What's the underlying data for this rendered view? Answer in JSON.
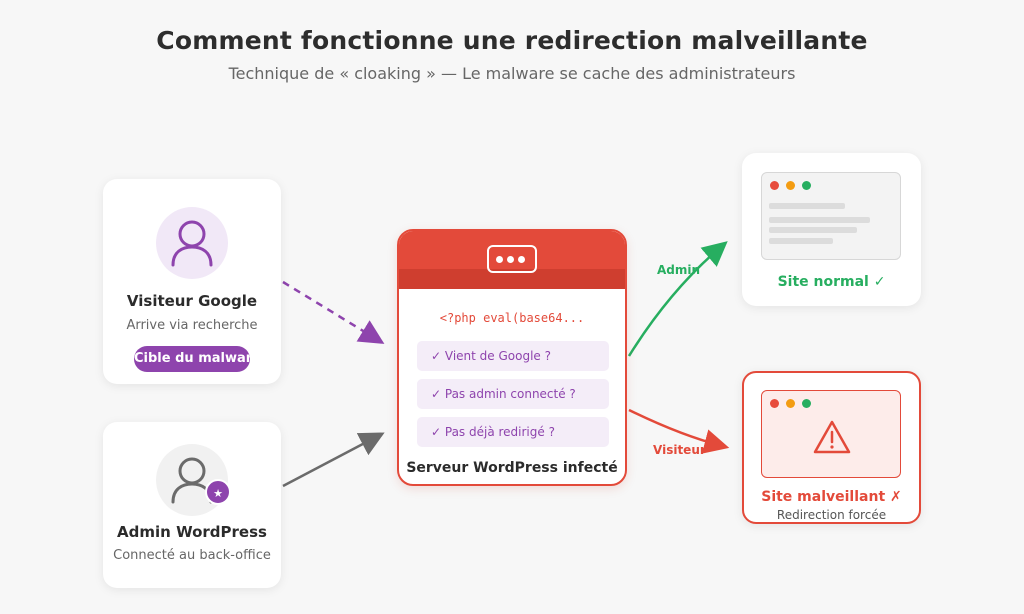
{
  "header": {
    "title": "Comment fonctionne une redirection malveillante",
    "subtitle": "Technique de « cloaking » — Le malware se cache des administrateurs"
  },
  "visitor": {
    "name": "Visiteur Google",
    "desc": "Arrive via recherche",
    "badge": "Cible du malware",
    "icon": "user-icon"
  },
  "admin": {
    "name": "Admin WordPress",
    "desc": "Connecté au back-office",
    "icon": "user-icon",
    "badge_icon": "star-icon"
  },
  "server": {
    "icon": "terminal-icon",
    "code": "<?php eval(base64...",
    "checks": [
      "✓ Vient de Google ?",
      "✓ Pas admin connecté ?",
      "✓ Pas déjà redirigé ?"
    ],
    "label": "Serveur WordPress infecté"
  },
  "edges": {
    "admin_label": "Admin",
    "visitor_label": "Visiteur"
  },
  "site_normal": {
    "label": "Site normal ✓"
  },
  "site_bad": {
    "label": "Site malveillant ✗",
    "sub": "Redirection forcée",
    "icon": "warning-icon"
  },
  "colors": {
    "purple": "#8e44ad",
    "red": "#e34a3a",
    "green": "#27ae60",
    "gray": "#6b6b6b"
  }
}
